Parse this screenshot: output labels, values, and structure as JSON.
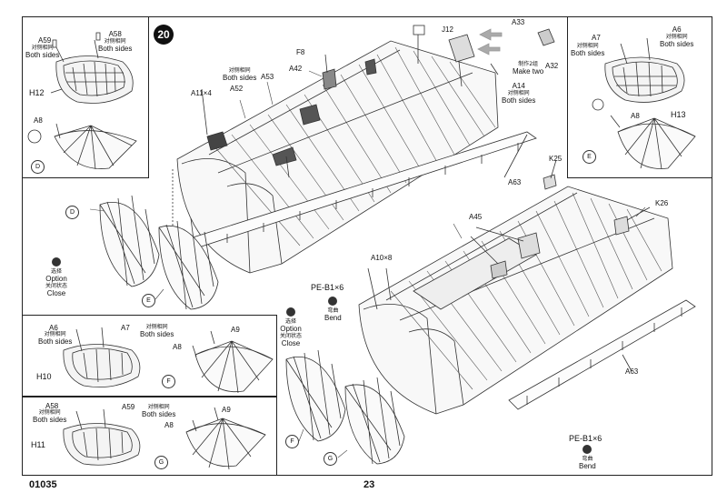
{
  "step": {
    "number": "20"
  },
  "footer": {
    "code": "01035",
    "page": "23"
  },
  "common": {
    "both_sides_cn": "对侧相同",
    "both_sides": "Both sides",
    "option_cn": "选择",
    "option": "Option",
    "close_cn": "关闭状态",
    "close": "Close",
    "bend_cn": "弯曲",
    "bend": "Bend",
    "make_two_cn": "制作2组",
    "make_two": "Make two"
  },
  "inset_top_left": {
    "a59": "A59",
    "a58": "A58",
    "h12": "H12",
    "a8": "A8",
    "d": "D"
  },
  "inset_top_right": {
    "a7": "A7",
    "a6": "A6",
    "h13": "H13",
    "a8": "A8",
    "e": "E"
  },
  "inset_mid_left": {
    "a6": "A6",
    "a7": "A7",
    "h10": "H10",
    "a9": "A9",
    "a8": "A8",
    "f": "F"
  },
  "inset_bottom_left": {
    "a58": "A58",
    "a59": "A59",
    "h11": "H11",
    "a9": "A9",
    "a8": "A8",
    "g": "G"
  },
  "main": {
    "f8": "F8",
    "a42": "A42",
    "a11x4": "A11×4",
    "a52": "A52",
    "a53": "A53",
    "j12": "J12",
    "a33": "A33",
    "a32": "A32",
    "a14": "A14",
    "a63_top": "A63",
    "d": "D",
    "e": "E",
    "peb1x6_a": "PE-B1×6",
    "a10x8": "A10×8",
    "a45": "A45",
    "k25": "K25",
    "k26": "K26",
    "a63_bottom": "A63",
    "f": "F",
    "g": "G",
    "peb1x6_b": "PE-B1×6"
  }
}
